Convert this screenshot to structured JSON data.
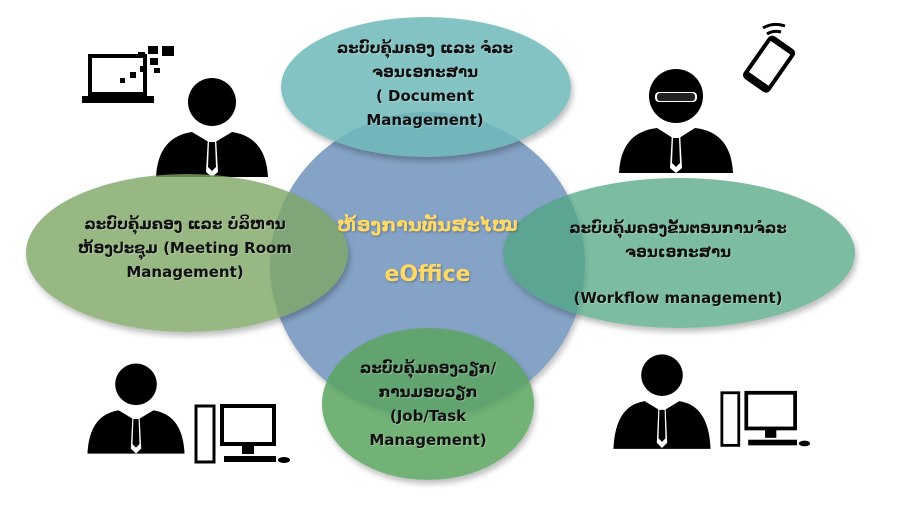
{
  "center": {
    "lao": "ຫ້ອງການທັນສະໄໝ",
    "title": "eOffice"
  },
  "modules": [
    {
      "lao_1": "ລະບົບຄຸ້ມຄອງ ແລະ ຈໍລະ",
      "lao_2": "ຈອນເອກະສານ",
      "en_1": "( Document",
      "en_2": "Management)"
    },
    {
      "lao_1": "ລະບົບຄຸ້ມຄອງ ແລະ ບໍລິຫານ",
      "lao_2": "ຫ້ອງປະຊຸມ (Meeting Room",
      "en_1": "Management)"
    },
    {
      "lao_1": "ລະບົບຄຸ້ມຄອງຂັ້ນຕອນການຈໍລະ",
      "lao_2": "ຈອນເອກະສານ",
      "en_1": "(Workflow management)"
    },
    {
      "lao_1": "ລະບົບຄຸ້ມຄອງວຽກ/",
      "lao_2": "ການມອບວຽກ",
      "en_1": "(Job/Task",
      "en_2": "Management)"
    }
  ],
  "colors": {
    "center": "#7f9fc4",
    "document": "#7cbdbc",
    "meeting": "#8aaf76",
    "workflow": "#6db197",
    "task": "#6aab70",
    "center_text": "#ffd966"
  }
}
